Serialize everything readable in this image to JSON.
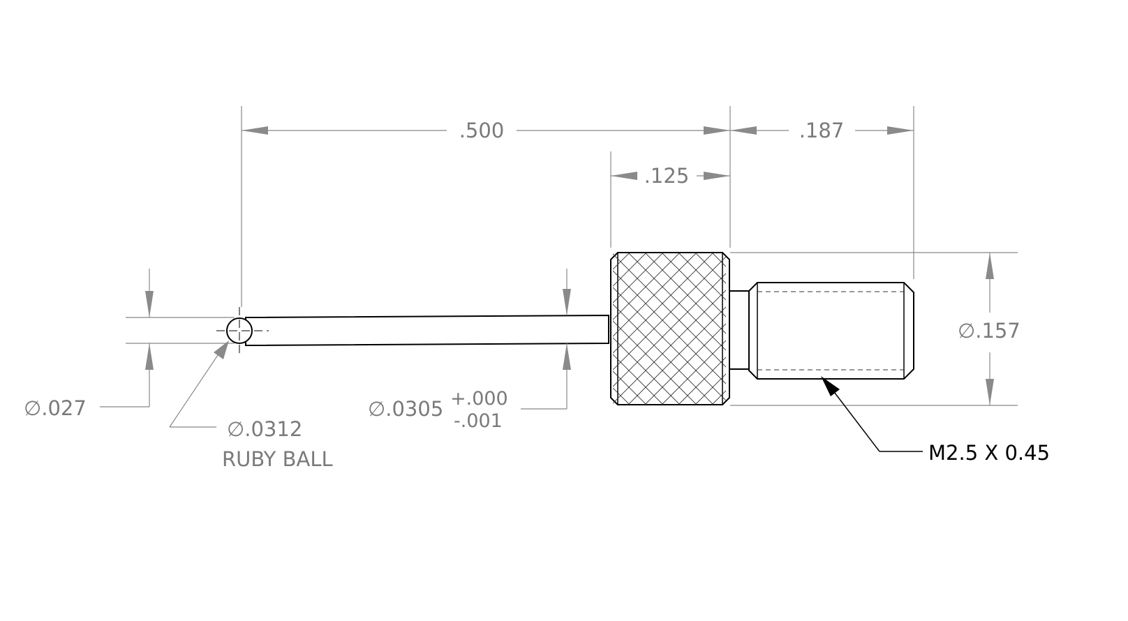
{
  "drawing": {
    "dimensions": {
      "overall_length": ".500",
      "thread_length": ".187",
      "knurl_width": ".125",
      "body_diameter": ".157",
      "stem_tip_diameter": ".027",
      "stem_diameter": ".0305",
      "stem_tol_plus": "+.000",
      "stem_tol_minus": "-.001",
      "ball_diameter": ".0312"
    },
    "diameter_symbol": "∅",
    "notes": {
      "ball_label": "RUBY BALL",
      "thread_callout": "M2.5 X 0.45"
    }
  }
}
